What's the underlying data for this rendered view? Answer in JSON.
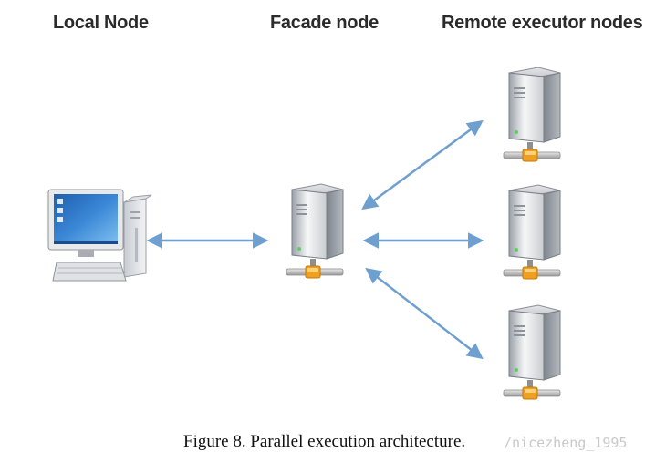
{
  "headings": {
    "local": "Local Node",
    "facade": "Facade node",
    "remote": "Remote executor nodes"
  },
  "caption": "Figure 8. Parallel execution architecture.",
  "watermark": "/nicezheng_1995",
  "icons": {
    "local_node": "desktop-computer-icon",
    "facade_node": "server-icon",
    "remote_nodes": [
      "server-icon",
      "server-icon",
      "server-icon"
    ]
  },
  "colors": {
    "arrow": "#6f9fcf",
    "connector": "#f0a020"
  }
}
